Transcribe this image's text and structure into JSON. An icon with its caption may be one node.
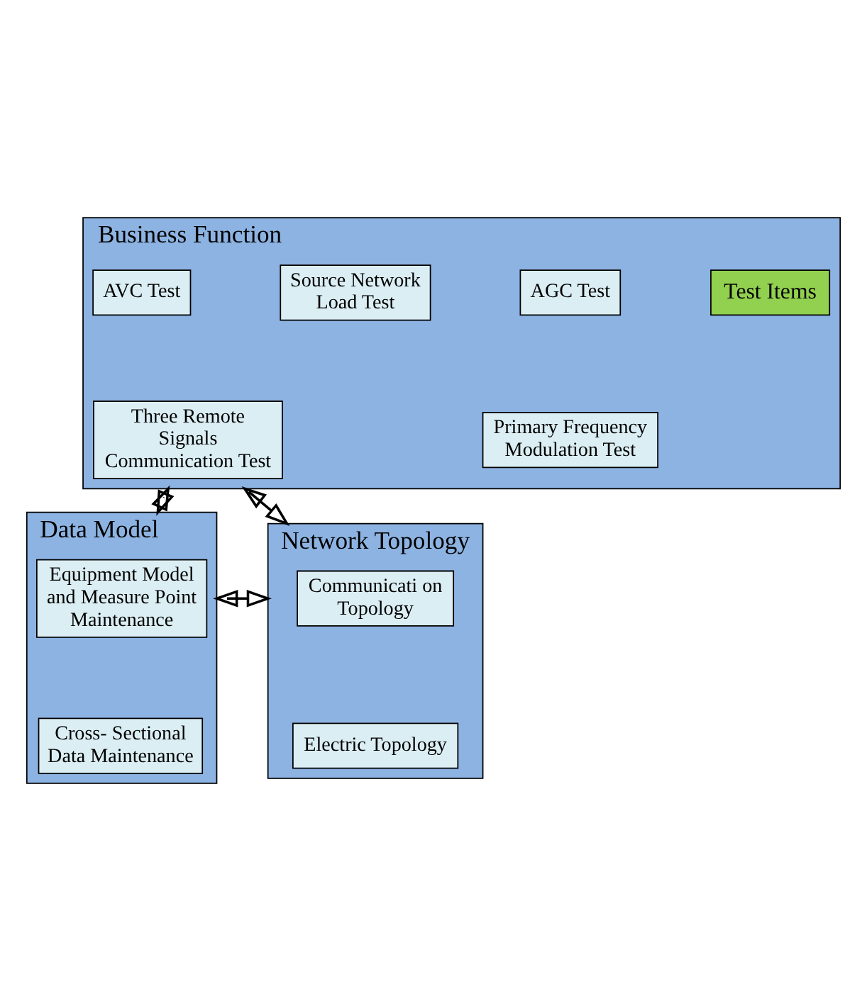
{
  "diagram": {
    "nodes": [
      {
        "text": [
          "Business Function"
        ]
      },
      {
        "text": [
          "Test Items"
        ],
        "in": 0
      },
      {
        "text": [
          "AGC Test"
        ],
        "in": 0
      },
      {
        "text": [
          "Source Network Load Test"
        ],
        "in": 0
      },
      {
        "text": [
          "AVC Test"
        ],
        "in": 0
      },
      {
        "text": [
          "Primary Frequency Modulation Test"
        ],
        "in": 0
      },
      {
        "text": [
          "Three Remote Signals Communication Test"
        ],
        "in": 0
      },
      {
        "text": [
          "Data Model"
        ]
      },
      {
        "text": [
          "Equipment Model and Measure Point Maintenance"
        ],
        "in": 7
      },
      {
        "text": [
          "Cross- Sectional Data Maintenance"
        ],
        "in": 7
      },
      {
        "text": [
          "Network Topology"
        ]
      },
      {
        "text": [
          "Communicati on Topology"
        ],
        "in": 10
      },
      {
        "text": [
          "Electric Topology"
        ],
        "in": 10
      }
    ],
    "edges": [
      {
        "from": 0,
        "to": 7,
        "arrow": "both"
      },
      {
        "from": 0,
        "to": 10,
        "arrow": "both"
      },
      {
        "from": 7,
        "to": 10,
        "arrow": "both"
      }
    ]
  }
}
